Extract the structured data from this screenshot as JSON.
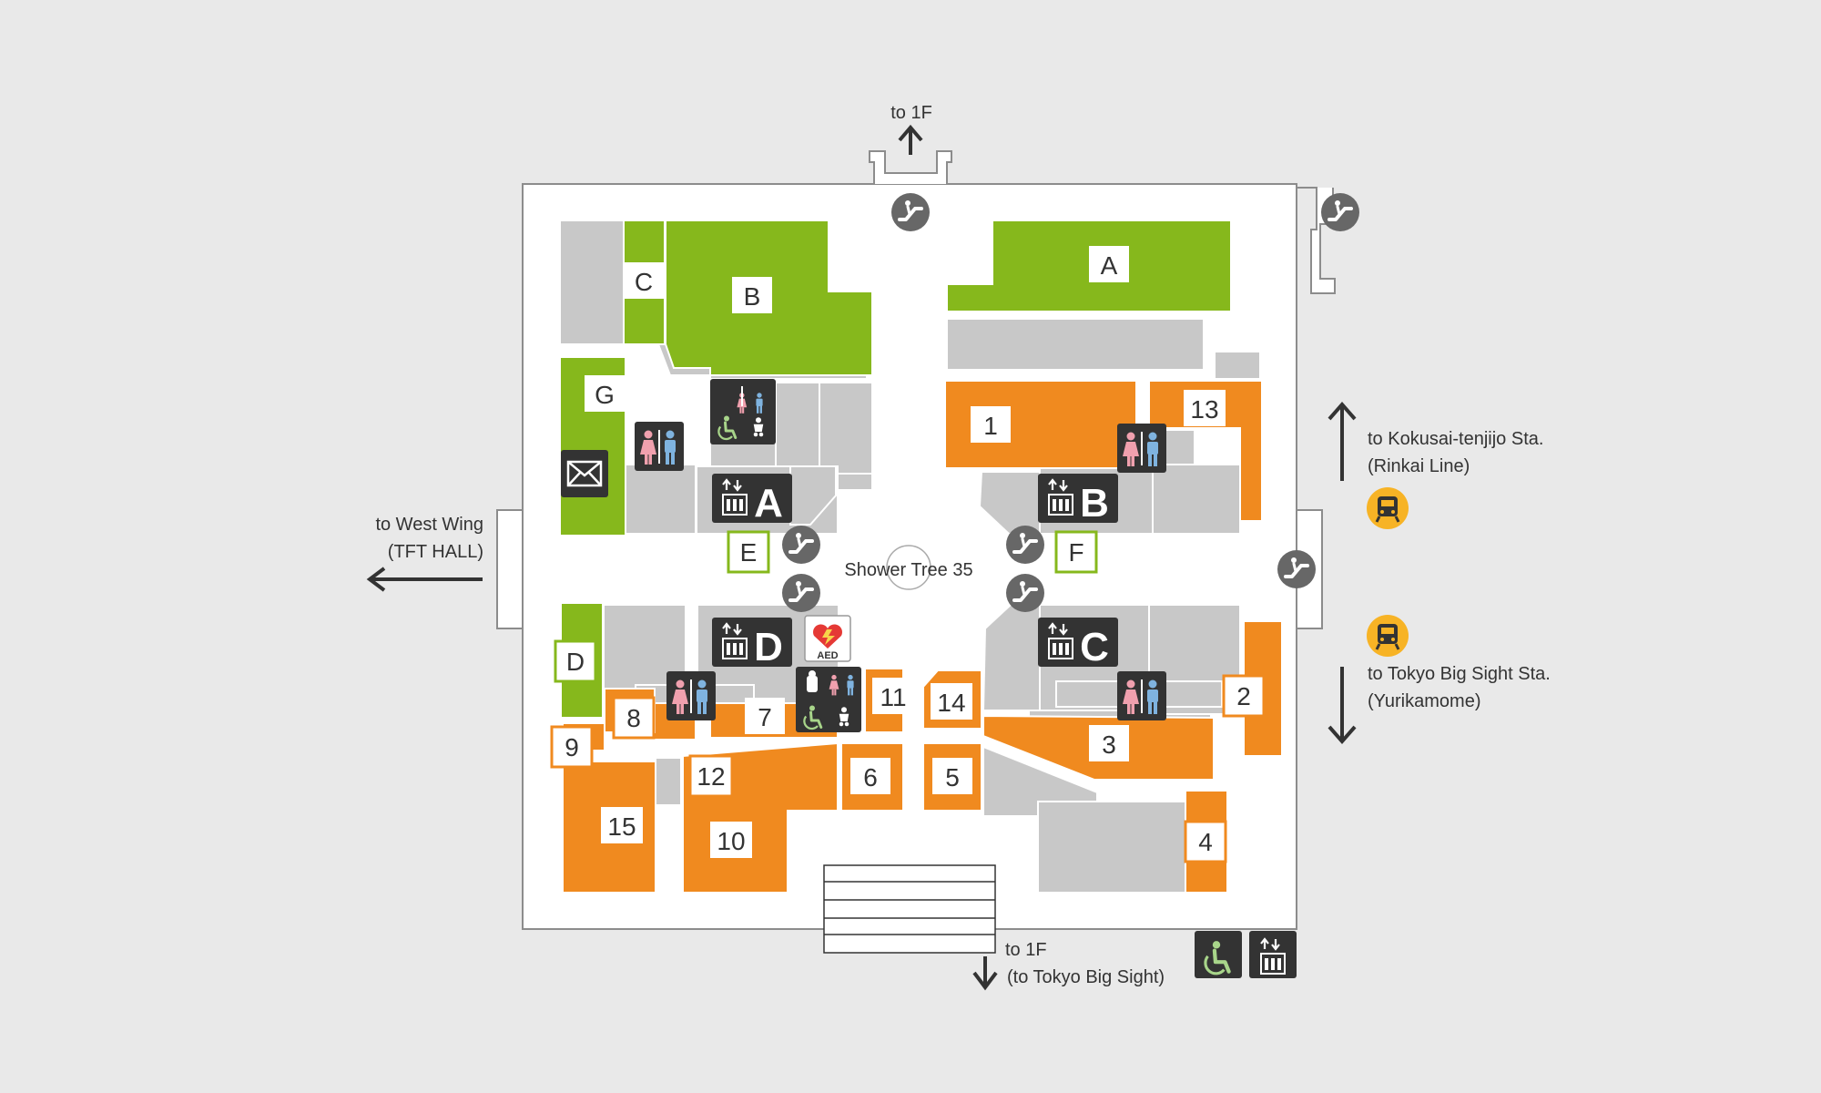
{
  "colors": {
    "background": "#e9e9e9",
    "floor": "#ffffff",
    "green": "#86b81c",
    "orange": "#f08a1f",
    "gray": "#c8c8c8",
    "dark": "#333333",
    "circle": "#676767",
    "yellow": "#f7b325"
  },
  "labels": {
    "to_1f_top": "to 1F",
    "west_wing_1": "to West Wing",
    "west_wing_2": "(TFT HALL)",
    "kokusai_1": "to Kokusai-tenjijo Sta.",
    "kokusai_2": "(Rinkai Line)",
    "bigsight_1": "to Tokyo Big Sight Sta.",
    "bigsight_2": "(Yurikamome)",
    "to_1f_bottom_1": "to 1F",
    "to_1f_bottom_2": "(to Tokyo Big Sight)",
    "shower_tree": "Shower Tree 35",
    "aed": "AED"
  },
  "green_labels": {
    "a": "A",
    "b": "B",
    "c": "C",
    "d": "D",
    "e": "E",
    "f": "F",
    "g": "G"
  },
  "orange_labels": {
    "n1": "1",
    "n2": "2",
    "n3": "3",
    "n4": "4",
    "n5": "5",
    "n6": "6",
    "n7": "7",
    "n8": "8",
    "n9": "9",
    "n10": "10",
    "n11": "11",
    "n12": "12",
    "n13": "13",
    "n14": "14",
    "n15": "15"
  },
  "elevator_labels": {
    "a": "A",
    "b": "B",
    "c": "C",
    "d": "D"
  },
  "icons": {
    "escalator": "escalator-icon",
    "elevator": "elevator-icon",
    "restroom": "restroom-icon",
    "multipurpose_restroom": "multipurpose-restroom-icon",
    "mail": "mail-icon",
    "aed": "aed-icon",
    "train": "train-icon",
    "wheelchair": "wheelchair-icon"
  }
}
